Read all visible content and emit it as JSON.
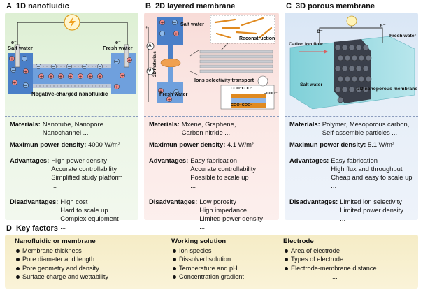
{
  "panels": [
    {
      "letter": "A",
      "title": "1D nanofluidic",
      "diagram": {
        "left_label": "Salt water",
        "right_label": "Fresh water",
        "bottom_label": "Negative-charged nanofluidic",
        "electron": "e⁻"
      },
      "materials_label": "Materials:",
      "materials": [
        "Nanotube, Nanopore",
        "Nanochannel ..."
      ],
      "power_label": "Maximun power density:",
      "power": "4000 W/m²",
      "advantages_label": "Advantages:",
      "advantages": [
        "High power density",
        "Accurate controllability",
        "Simplified study platform",
        "..."
      ],
      "disadvantages_label": "Disadvantages:",
      "disadvantages": [
        "High cost",
        "Hard to scale up",
        "Complex equipment",
        "..."
      ]
    },
    {
      "letter": "B",
      "title": "2D layered membrane",
      "diagram": {
        "top_label": "Salt water",
        "bottom_label": "Fresh water",
        "side_label": "2D materials",
        "recon_label": "Reconstruction",
        "ion_label": "Ions selectivity transport",
        "coo": "COO⁻COO⁻",
        "coo2": "COO⁻COO⁻",
        "coo3": "–COO⁻",
        "A": "A",
        "V": "V"
      },
      "materials_label": "Materials:",
      "materials": [
        "Mxene, Graphene,",
        "Carbon nitride ..."
      ],
      "power_label": "Maximun power density:",
      "power": "4.1 W/m²",
      "advantages_label": "Advantages:",
      "advantages": [
        "Easy fabrication",
        "Accurate controllability",
        "Possible to scale up",
        "..."
      ],
      "disadvantages_label": "Disadvantages:",
      "disadvantages": [
        "Low porosity",
        "High impedance",
        "Limited power density",
        "..."
      ]
    },
    {
      "letter": "C",
      "title": "3D porous membrane",
      "diagram": {
        "flow_label": "Cation ion flow",
        "fresh_label": "Fresh water",
        "salt_label": "Salt water",
        "membrane_label": "3D nanoporous membrane",
        "e1": "e⁻",
        "e2": "e⁻"
      },
      "materials_label": "Materials:",
      "materials": [
        "Polymer, Mesoporous carbon,",
        "Self-assemble particles ..."
      ],
      "power_label": "Maximun power density:",
      "power": "5.1 W/m²",
      "advantages_label": "Advantages:",
      "advantages": [
        "Easy fabrication",
        "High flux and throughput",
        "Cheap and easy to scale up",
        "..."
      ],
      "disadvantages_label": "Disadvantages:",
      "disadvantages": [
        "Limited ion selectivity",
        "Limited power density",
        "..."
      ]
    }
  ],
  "key_factors": {
    "letter": "D",
    "title": "Key factors",
    "columns": [
      {
        "heading": "Nanofluidic or membrane",
        "items": [
          "Membrane thickness",
          "Pore diameter and length",
          "Pore geometry and density",
          "Surface charge and wettability"
        ]
      },
      {
        "heading": "Working solution",
        "items": [
          "Ion species",
          "Dissolved solution",
          "Temperature and pH",
          "Concentration gradient"
        ]
      },
      {
        "heading": "Electrode",
        "items": [
          "Area of electrode",
          "Types of electrode",
          "Electrode-membrane distance"
        ],
        "more": "..."
      }
    ]
  },
  "colors": {
    "channel": "#4a7fc8",
    "positive": "#d9534f",
    "negative": "#333333",
    "accent": "#f0a020"
  }
}
